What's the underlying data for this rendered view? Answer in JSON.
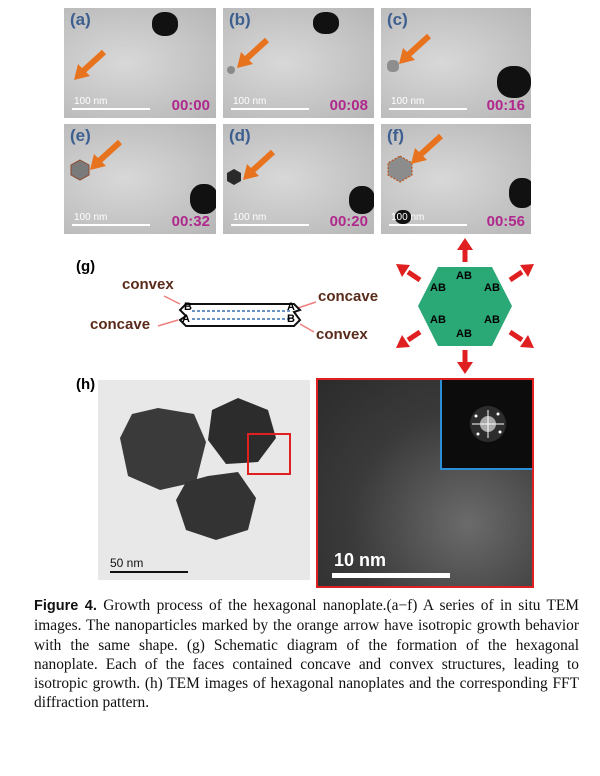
{
  "panels": [
    {
      "label": "(a)",
      "time": "00:00",
      "scale": "100 nm"
    },
    {
      "label": "(b)",
      "time": "00:08",
      "scale": "100 nm"
    },
    {
      "label": "(c)",
      "time": "00:16",
      "scale": "100 nm"
    },
    {
      "label": "(e)",
      "time": "00:32",
      "scale": "100 nm"
    },
    {
      "label": "(d)",
      "time": "00:20",
      "scale": "100 nm"
    },
    {
      "label": "(f)",
      "time": "00:56",
      "scale": "100 nm"
    }
  ],
  "schematic": {
    "label": "(g)",
    "left_top": "convex",
    "left_bottom": "concave",
    "right_top": "concave",
    "right_bottom": "convex",
    "plate_letters": [
      "B",
      "A",
      "A",
      "B"
    ],
    "hex_label": "AB"
  },
  "tem_h": {
    "label": "(h)",
    "left_scale": "50 nm",
    "right_scale": "10 nm"
  },
  "colors": {
    "panel_label": "#3d5f8f",
    "time": "#b0288c",
    "arrow": "#e8731f",
    "hexagon": "#2aa876",
    "red_arrow": "#e02020",
    "pink_label": "#5a2a1a",
    "frame_red": "#e02020",
    "frame_blue": "#2a8fd6"
  },
  "caption": {
    "figure_label": "Figure 4.",
    "text": "Growth process of the hexagonal nanoplate.(a−f) A series of in situ TEM images. The nanoparticles marked by the orange arrow have isotropic growth behavior with the same shape. (g) Schematic diagram of the formation of the hexagonal nanoplate. Each of the faces contained concave and convex structures, leading to isotropic growth. (h) TEM images of hexagonal nanoplates and the corresponding FFT diffraction pattern."
  }
}
